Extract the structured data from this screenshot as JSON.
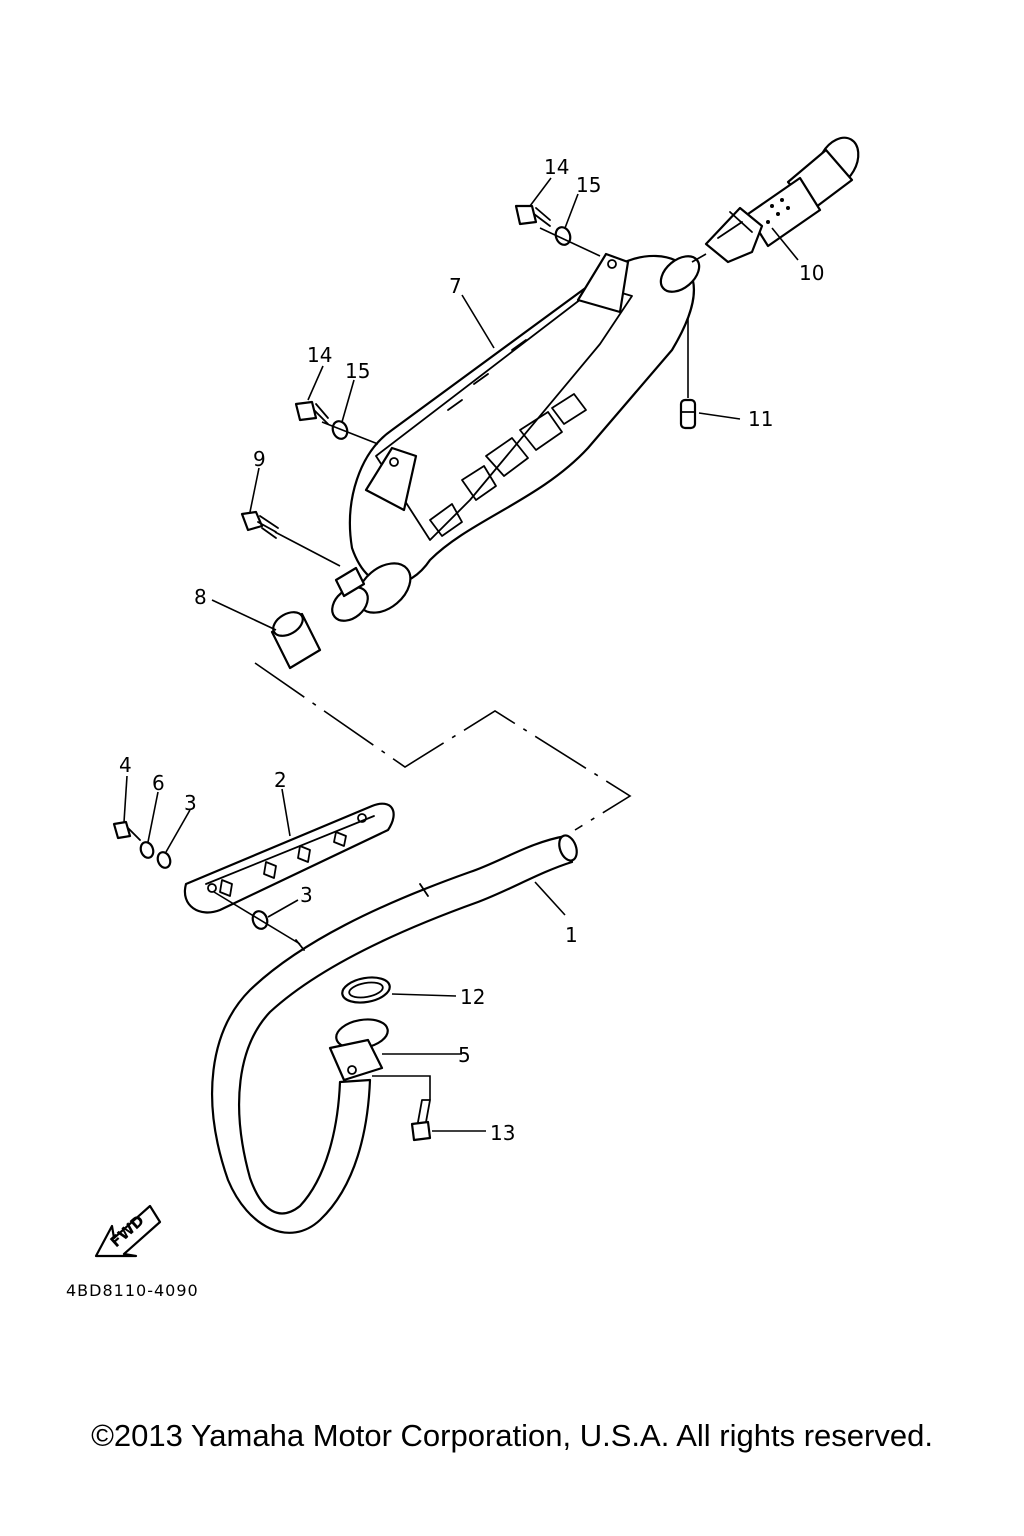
{
  "callouts": {
    "c1": "1",
    "c2": "2",
    "c3a": "3",
    "c3b": "3",
    "c4": "4",
    "c5": "5",
    "c6": "6",
    "c7": "7",
    "c8": "8",
    "c9": "9",
    "c10": "10",
    "c11": "11",
    "c12": "12",
    "c13": "13",
    "c14a": "14",
    "c14b": "14",
    "c15a": "15",
    "c15b": "15"
  },
  "fwd_label": "FWD",
  "diagram_code": "4BD8110-4090",
  "copyright": "©2013 Yamaha Motor Corporation, U.S.A. All rights reserved."
}
